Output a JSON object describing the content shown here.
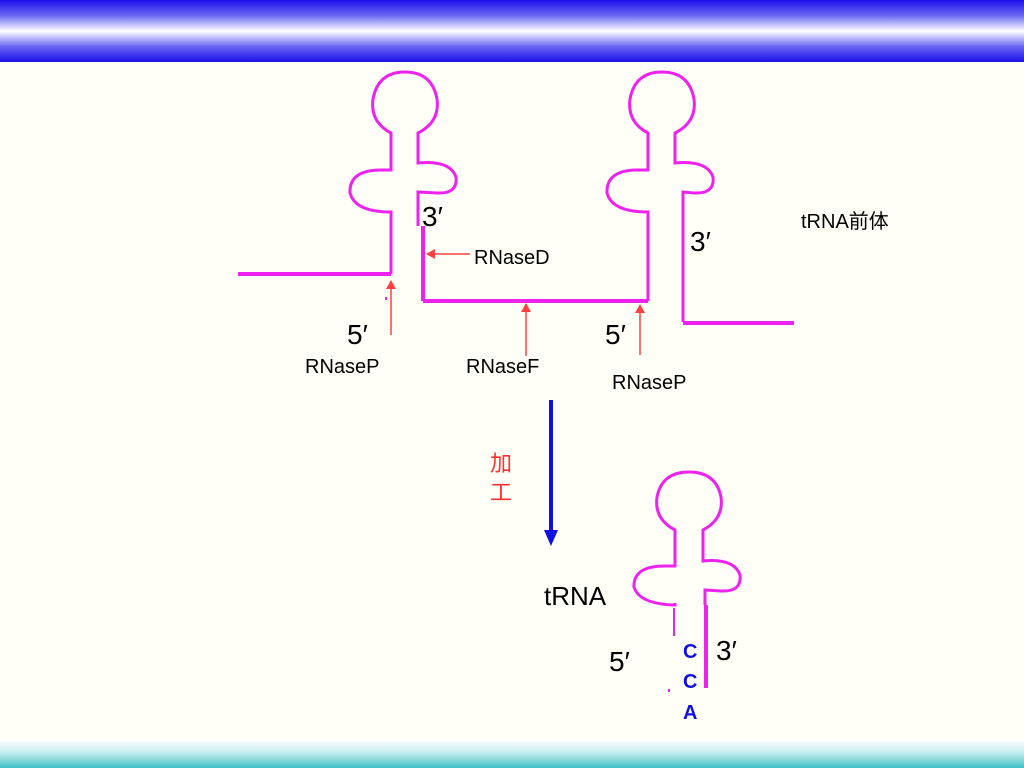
{
  "labels": {
    "precursor_title": "tRNA前体",
    "mature_title": "tRNA",
    "end3_left": "3′",
    "end3_right": "3′",
    "end5_left": "5′",
    "end5_right": "5′",
    "end5_mature": "5′",
    "end3_mature": "3′",
    "rnase_d": "RNaseD",
    "rnase_p_left": "RNaseP",
    "rnase_f": "RNaseF",
    "rnase_p_right": "RNaseP",
    "process_char1": "加",
    "process_char2": "工",
    "cca_c1": "C",
    "cca_c2": "C",
    "cca_a": "A"
  },
  "colors": {
    "rna_strand": "#ee22ee",
    "cut_arrow": "#ff4040",
    "process_arrow": "#1010e0",
    "cca_text": "#1010e0",
    "process_text": "#ff3030"
  }
}
